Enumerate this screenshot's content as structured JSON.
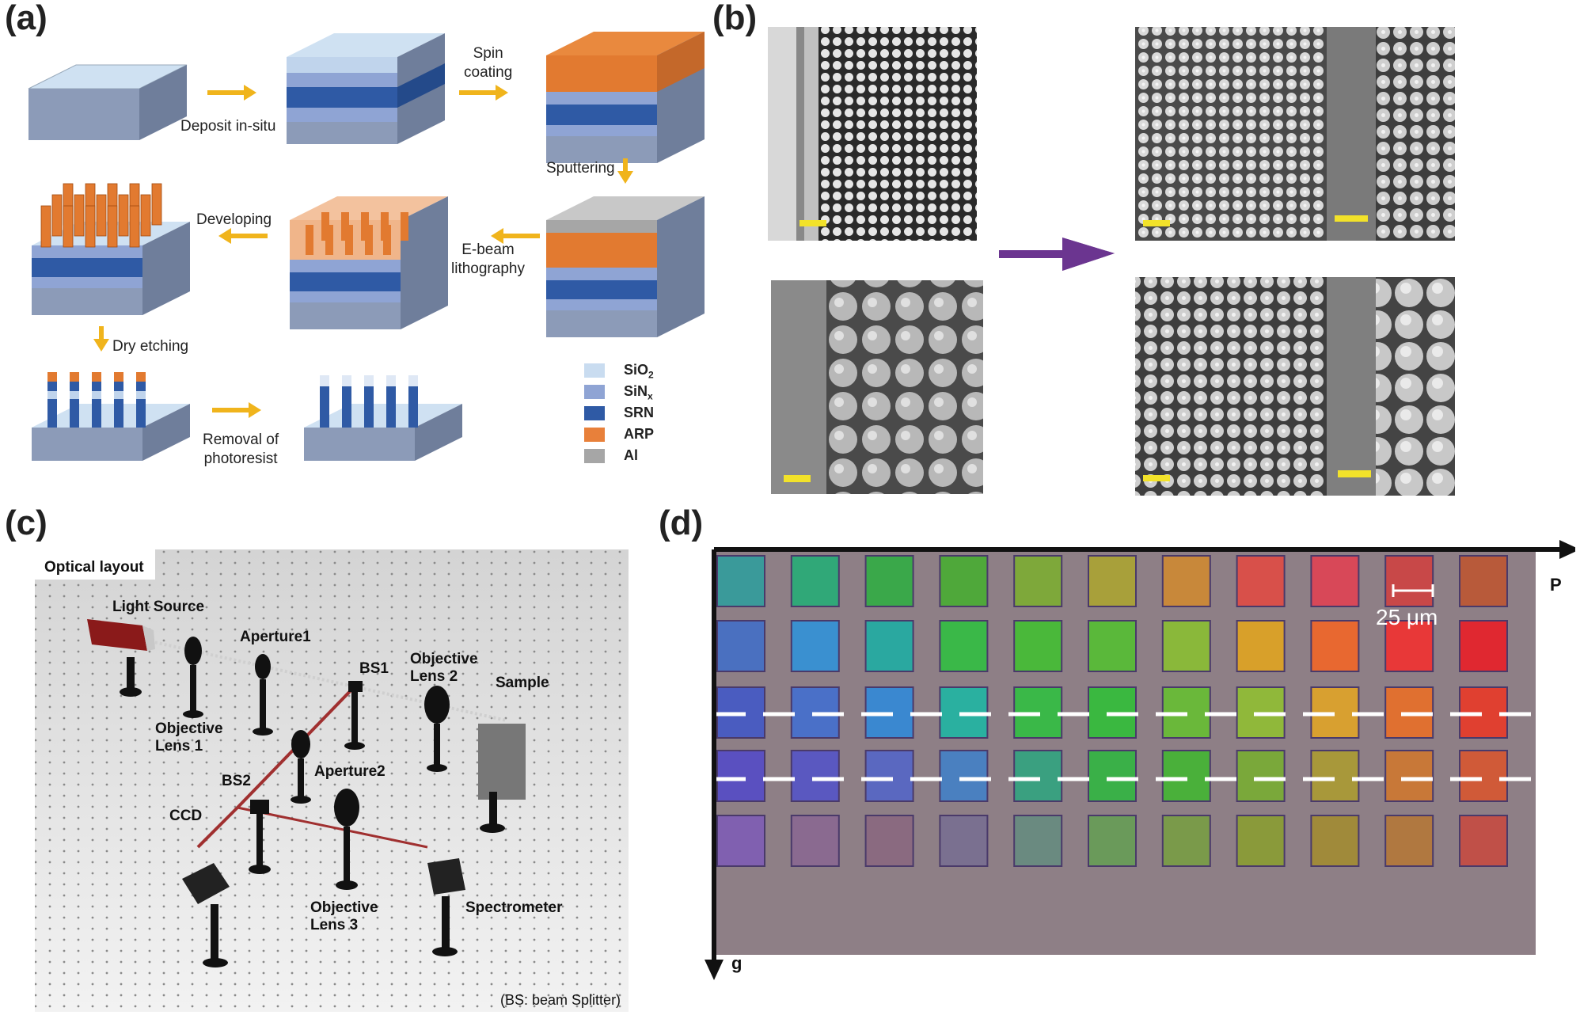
{
  "panels": {
    "a": "(a)",
    "b": "(b)",
    "c": "(c)",
    "d": "(d)"
  },
  "process": {
    "step1": "Deposit in-situ",
    "step2": [
      "Spin",
      "coating"
    ],
    "step3": "Sputtering",
    "step4": [
      "E-beam",
      "lithography"
    ],
    "step5": "Developing",
    "step6": "Dry etching",
    "step7": [
      "Removal of",
      "photoresist"
    ]
  },
  "legend": [
    {
      "label": "SiO",
      "sub": "2",
      "color": "#c9dcf0"
    },
    {
      "label": "SiN",
      "sub": "x",
      "color": "#8fa4d4"
    },
    {
      "label": "SRN",
      "sub": "",
      "color": "#2f5aa5"
    },
    {
      "label": "ARP",
      "sub": "",
      "color": "#e8803a"
    },
    {
      "label": "Al",
      "sub": "",
      "color": "#a6a6a6"
    }
  ],
  "optical": {
    "title": "Optical layout",
    "light_source": "Light Source",
    "aperture1": "Aperture1",
    "bs1": "BS1",
    "objective_lens2": [
      "Objective",
      "Lens 2"
    ],
    "sample": "Sample",
    "objective_lens1": [
      "Objective",
      "Lens 1"
    ],
    "bs2": "BS2",
    "aperture2": "Aperture2",
    "ccd": "CCD",
    "objective_lens3": [
      "Objective",
      "Lens 3"
    ],
    "spectrometer": "Spectrometer",
    "note": "(BS: beam Splitter)"
  },
  "colormap": {
    "x_axis": "P",
    "y_axis": "g",
    "scale": "25 μm",
    "rows": [
      [
        "#3a9a9a",
        "#30a878",
        "#3aa84a",
        "#4fa83a",
        "#7ea83a",
        "#a8a03a",
        "#c8883a",
        "#d8504a",
        "#d84858",
        "#c84848",
        "#b85a3a"
      ],
      [
        "#4a70c0",
        "#3a90d0",
        "#2aa8a0",
        "#3ab848",
        "#4ab83a",
        "#5ab83a",
        "#8ab83a",
        "#d8a02a",
        "#e86830",
        "#e83838",
        "#e02830"
      ],
      [
        "#4a5cc0",
        "#4a70c8",
        "#3a88d0",
        "#2ab0a0",
        "#3ab848",
        "#3ab840",
        "#6ab83a",
        "#90b83a",
        "#d8a030",
        "#e07030",
        "#e04030"
      ],
      [
        "#5a50c0",
        "#5a58c0",
        "#5a68c0",
        "#4a80c0",
        "#3aa080",
        "#3ab048",
        "#4ab03a",
        "#7aa83a",
        "#a8983a",
        "#c87838",
        "#d05a38"
      ],
      [
        "#8060b0",
        "#8a6a90",
        "#8a6a80",
        "#7a7090",
        "#6a8a80",
        "#6a9a5a",
        "#7a9a4a",
        "#8a9a3a",
        "#a08a3a",
        "#b07840",
        "#c05048"
      ]
    ]
  }
}
